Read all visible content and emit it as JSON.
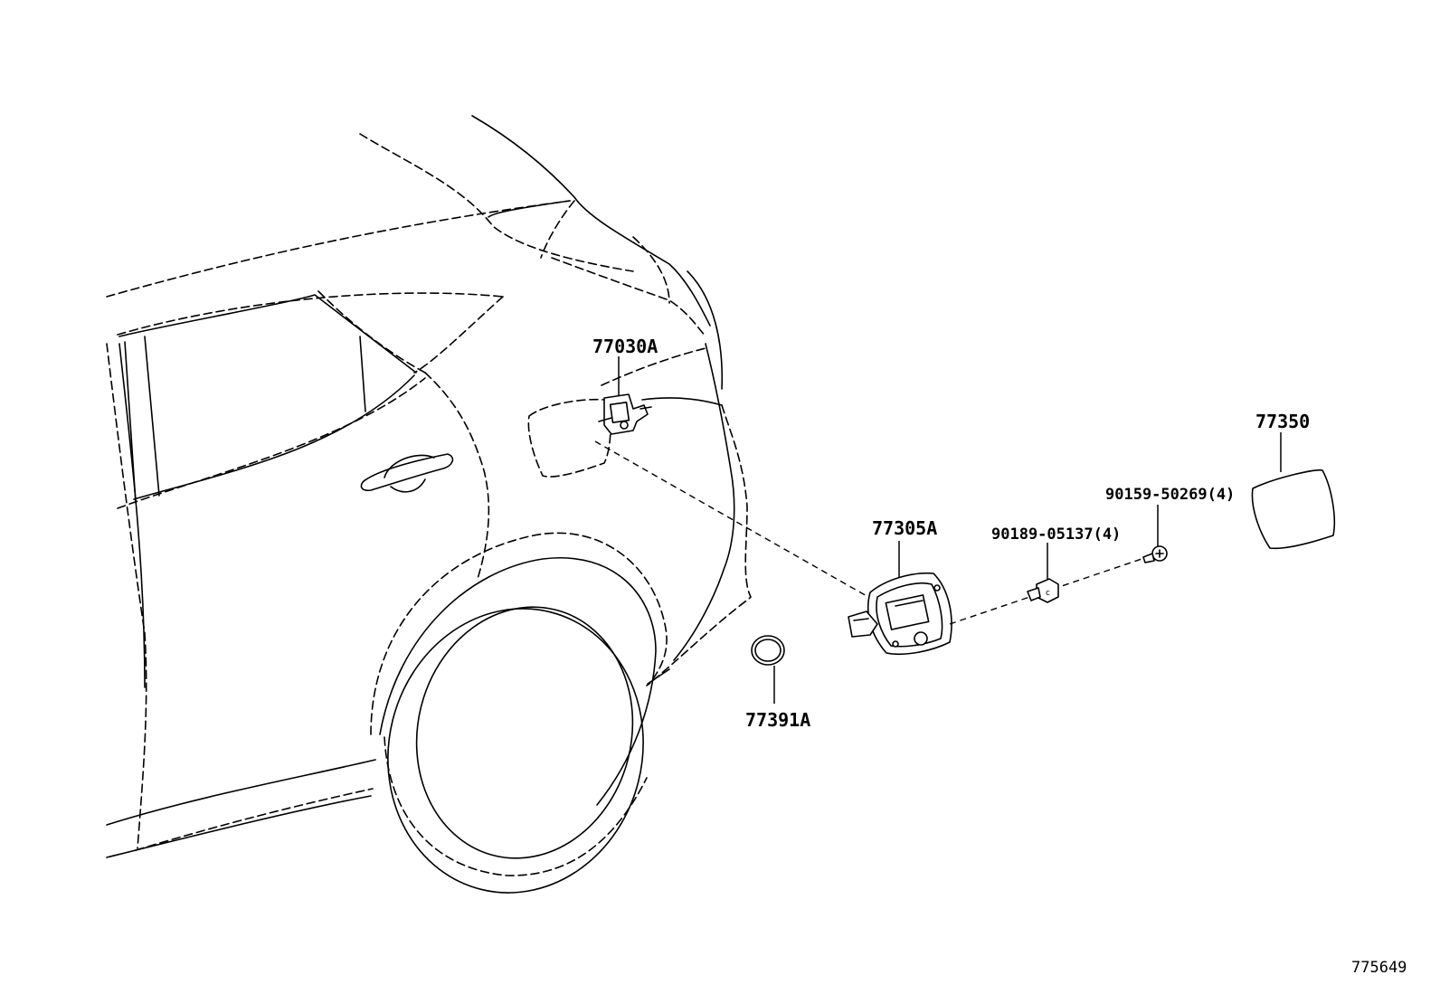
{
  "parts": {
    "latch_actuator": "77030A",
    "fuel_door_cap": "77350",
    "screw": "90159-50269(4)",
    "nut": "90189-05137(4)",
    "fuel_filler_box": "77305A",
    "grommet": "77391A"
  },
  "diagram_id": "775649"
}
